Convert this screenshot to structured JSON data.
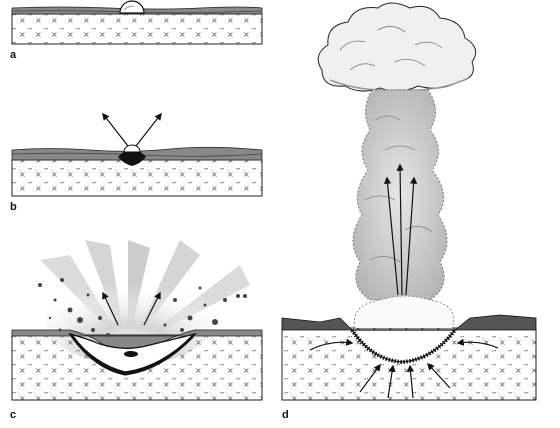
{
  "panels": [
    {
      "id": "a",
      "label": "a"
    },
    {
      "id": "b",
      "label": "b"
    },
    {
      "id": "c",
      "label": "c"
    },
    {
      "id": "d",
      "label": "d"
    }
  ],
  "colors": {
    "rock": "#ffffff",
    "outline": "#222222",
    "layer_band": "#8a8a8a",
    "cloud_fill": "#f2f2f2",
    "cloud_shade": "#bcbcbc",
    "plume_grey": "#9a9a9a",
    "ejecta": "#555555",
    "mark": "#555555"
  },
  "icons": {
    "ground_texture": "cross-mark-pattern",
    "impactor": "sphere",
    "arrow": "arrow-head",
    "mushroom_cloud": "cloud"
  }
}
